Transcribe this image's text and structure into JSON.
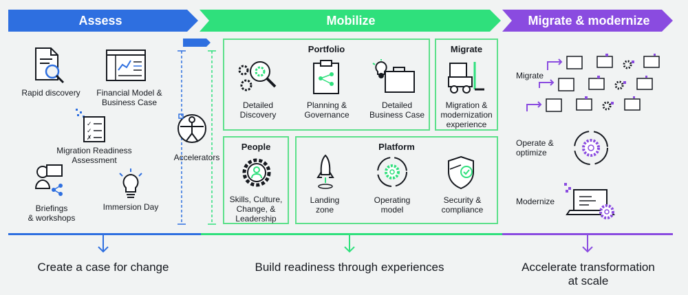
{
  "phases": {
    "assess": {
      "title": "Assess",
      "color": "#2e6fe0"
    },
    "mobilize": {
      "title": "Mobilize",
      "color": "#2fe07c"
    },
    "migrate": {
      "title": "Migrate & modernize",
      "color": "#8a4be0"
    }
  },
  "assess_items": {
    "rapid_discovery": "Rapid discovery",
    "financial_model": "Financial Model &\nBusiness Case",
    "migration_readiness": "Migration Readiness\nAssessment",
    "briefings": "Briefings\n& workshops",
    "immersion_day": "Immersion Day"
  },
  "accelerators": "Accelerators",
  "portfolio": {
    "title": "Portfolio",
    "items": [
      "Detailed\nDiscovery",
      "Planning &\nGovernance",
      "Detailed\nBusiness Case"
    ]
  },
  "migrate_box": {
    "title": "Migrate",
    "label": "Migration &\nmodernization\nexperience"
  },
  "people": {
    "title": "People",
    "label": "Skills, Culture,\nChange, &\nLeadership"
  },
  "platform": {
    "title": "Platform",
    "items": [
      "Landing\nzone",
      "Operating\nmodel",
      "Security &\ncompliance"
    ]
  },
  "modernize_side": {
    "migrate": "Migrate",
    "operate": "Operate &\noptimize",
    "modernize": "Modernize"
  },
  "outcomes": {
    "assess": "Create a case for change",
    "mobilize": "Build readiness through experiences",
    "migrate": "Accelerate transformation\nat scale"
  }
}
